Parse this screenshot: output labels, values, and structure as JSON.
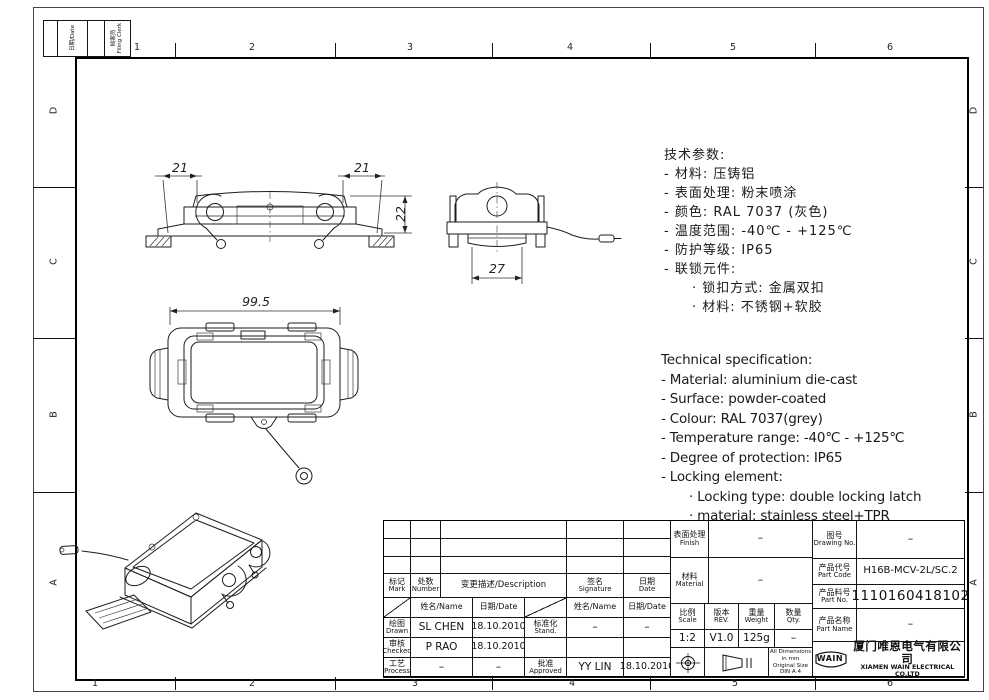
{
  "zones": {
    "cols": [
      "1",
      "2",
      "3",
      "4",
      "5",
      "6"
    ],
    "rows": [
      "D",
      "C",
      "B",
      "A"
    ]
  },
  "corner_table": {
    "date_label": "日期/Date",
    "clerk_cn": "档案员",
    "clerk_en": "Filing Clerk"
  },
  "dimensions": {
    "front_left": "21",
    "front_right": "21",
    "front_height": "22",
    "side_width": "27",
    "plan_width": "99.5"
  },
  "spec_cn": {
    "title": "技术参数:",
    "lines": [
      "- 材料: 压铸铝",
      "- 表面处理: 粉末喷涂",
      "- 颜色: RAL 7037 (灰色)",
      "- 温度范围: -40℃ - +125℃",
      "- 防护等级: IP65",
      "- 联锁元件:",
      "· 锁扣方式: 金属双扣",
      "· 材料: 不锈钢+软胶"
    ]
  },
  "spec_en": {
    "title": "Technical specification:",
    "lines": [
      "- Material: aluminium die-cast",
      "- Surface: powder-coated",
      "- Colour: RAL 7037(grey)",
      "- Temperature range: -40℃ - +125℃",
      "- Degree of protection: IP65",
      "- Locking element:",
      "· Locking type: double locking latch",
      "· material: stainless steel+TPR"
    ]
  },
  "revision": {
    "headers": {
      "mark_cn": "标记",
      "mark_en": "Mark",
      "number_cn": "处数",
      "number_en": "Number",
      "desc": "变更描述/Description",
      "sig_cn": "签名",
      "sig_en": "Signature",
      "date_cn": "日期",
      "date_en": "Date"
    },
    "sub": {
      "name": "姓名/Name",
      "date": "日期/Date"
    },
    "rows": [
      {
        "role_cn": "绘图",
        "role_en": "Drawn",
        "name": "SL CHEN",
        "date": "18.10.2010",
        "role2_cn": "标准化",
        "role2_en": "Stand.",
        "sig": "–",
        "date2": "–"
      },
      {
        "role_cn": "审核",
        "role_en": "Checked",
        "name": "P RAO",
        "date": "18.10.2010",
        "role2_cn": "",
        "role2_en": "",
        "sig": "",
        "date2": ""
      },
      {
        "role_cn": "工艺",
        "role_en": "Process",
        "name": "–",
        "date": "–",
        "role2_cn": "批准",
        "role2_en": "Approved",
        "sig": "YY LIN",
        "date2": "18.10.2010"
      }
    ]
  },
  "title_block": {
    "finish_cn": "表面处理",
    "finish_en": "Finish",
    "finish_value": "–",
    "material_cn": "材料",
    "material_en": "Material",
    "material_value": "–",
    "drawing_no_cn": "图号",
    "drawing_no_en": "Drawing No.",
    "drawing_no_value": "–",
    "part_code_cn": "产品代号",
    "part_code_en": "Part Code",
    "part_code_value": "H16B-MCV-2L/SC.2",
    "part_no_cn": "产品料号",
    "part_no_en": "Part No.",
    "part_no_value": "1110160418102",
    "part_name_cn": "产品名称",
    "part_name_en": "Part Name",
    "part_name_value": "–",
    "scale_cn": "比例",
    "scale_en": "Scale",
    "scale_value": "1:2",
    "rev_cn": "版本",
    "rev_en": "REV.",
    "rev_value": "V1.0",
    "weight_cn": "重量",
    "weight_en": "Weight",
    "weight_value": "125g",
    "qty_cn": "数量",
    "qty_en": "Qty.",
    "qty_value": "–",
    "note_line1": "All Dimensions in mm",
    "note_line2": "Original Size DIN A 4"
  },
  "company": {
    "logo": "WAIN",
    "name_cn": "厦门唯恩电气有限公司",
    "name_en": "XIAMEN WAIN ELECTRICAL CO.LTD"
  }
}
